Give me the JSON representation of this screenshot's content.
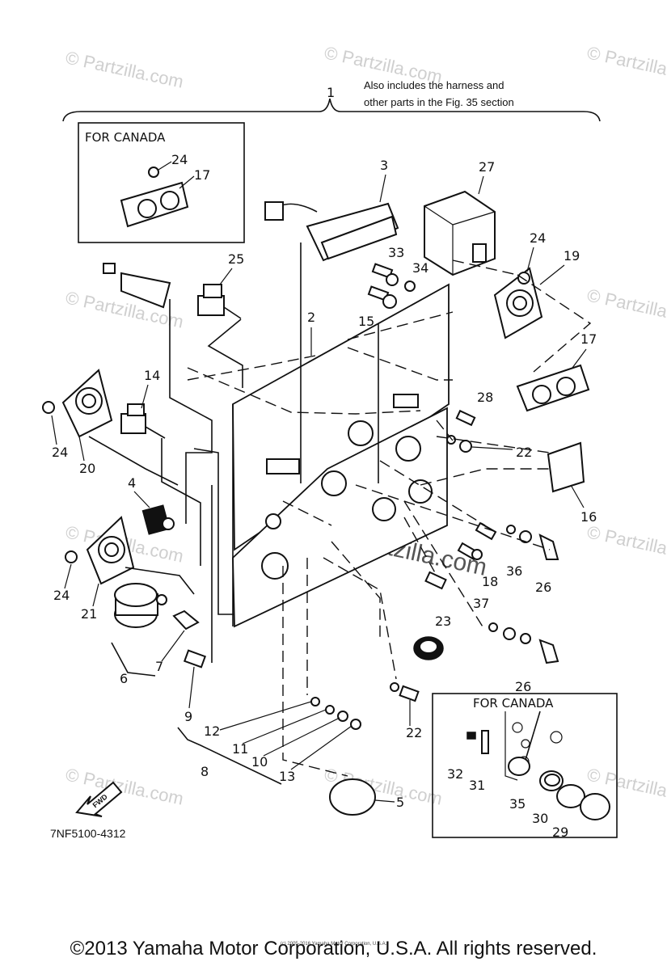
{
  "note": {
    "line1": "Also includes the harness and",
    "line2": "other parts in the Fig. 35 section"
  },
  "canada_box_top": {
    "title": "FOR CANADA"
  },
  "canada_box_bottom": {
    "title": "FOR CANADA"
  },
  "diagram_code": "7NF5100-4312",
  "watermark": {
    "text": "© Partzilla.com",
    "center_text": "© Partzilla.com"
  },
  "fwd_label": "FWD",
  "parts": {
    "p1": "1",
    "p2": "2",
    "p3": "3",
    "p4": "4",
    "p5": "5",
    "p6": "6",
    "p7": "7",
    "p8": "8",
    "p9": "9",
    "p10": "10",
    "p11": "11",
    "p12": "12",
    "p13": "13",
    "p14": "14",
    "p15": "15",
    "p16": "16",
    "p17a": "17",
    "p17b": "17",
    "p18": "18",
    "p19": "19",
    "p20": "20",
    "p21": "21",
    "p22a": "22",
    "p22b": "22",
    "p23": "23",
    "p24a": "24",
    "p24b": "24",
    "p24c": "24",
    "p24d": "24",
    "p25": "25",
    "p26a": "26",
    "p26b": "26",
    "p27": "27",
    "p28": "28",
    "p29": "29",
    "p30": "30",
    "p31": "31",
    "p32": "32",
    "p33": "33",
    "p34": "34",
    "p35": "35",
    "p36": "36",
    "p37": "37"
  },
  "footer": {
    "copyright": "©2013 Yamaha Motor Corporation, U.S.A. All rights reserved.",
    "micro": "(c) 2005-2016 Yamaha Motor Corporation, U.S.A."
  }
}
